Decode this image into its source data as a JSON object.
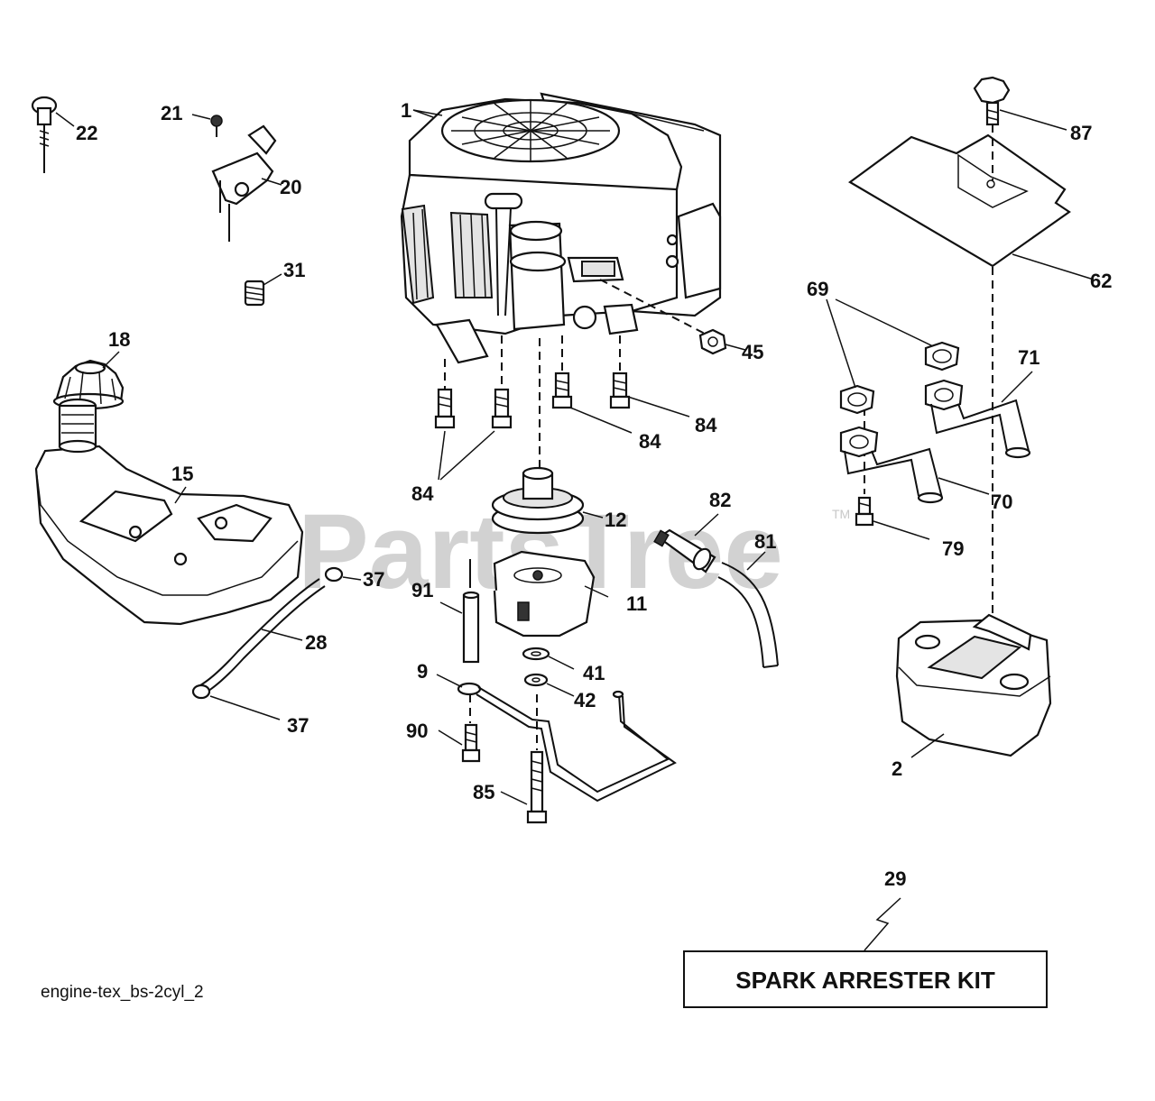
{
  "diagram": {
    "diagram_code": "engine-tex_bs-2cyl_2",
    "watermark": "PartsTree",
    "watermark_tm": "TM",
    "kit_box_label": "SPARK ARRESTER KIT",
    "callouts": [
      {
        "id": "c1",
        "text": "1"
      },
      {
        "id": "c2",
        "text": "2"
      },
      {
        "id": "c9",
        "text": "9"
      },
      {
        "id": "c11",
        "text": "11"
      },
      {
        "id": "c12",
        "text": "12"
      },
      {
        "id": "c15",
        "text": "15"
      },
      {
        "id": "c18",
        "text": "18"
      },
      {
        "id": "c20",
        "text": "20"
      },
      {
        "id": "c21",
        "text": "21"
      },
      {
        "id": "c22",
        "text": "22"
      },
      {
        "id": "c28",
        "text": "28"
      },
      {
        "id": "c29",
        "text": "29"
      },
      {
        "id": "c31",
        "text": "31"
      },
      {
        "id": "c37a",
        "text": "37"
      },
      {
        "id": "c37b",
        "text": "37"
      },
      {
        "id": "c41",
        "text": "41"
      },
      {
        "id": "c42",
        "text": "42"
      },
      {
        "id": "c45",
        "text": "45"
      },
      {
        "id": "c62",
        "text": "62"
      },
      {
        "id": "c69",
        "text": "69"
      },
      {
        "id": "c70",
        "text": "70"
      },
      {
        "id": "c71",
        "text": "71"
      },
      {
        "id": "c79",
        "text": "79"
      },
      {
        "id": "c81",
        "text": "81"
      },
      {
        "id": "c82",
        "text": "82"
      },
      {
        "id": "c84a",
        "text": "84"
      },
      {
        "id": "c84b",
        "text": "84"
      },
      {
        "id": "c84c",
        "text": "84"
      },
      {
        "id": "c85",
        "text": "85"
      },
      {
        "id": "c87",
        "text": "87"
      },
      {
        "id": "c90",
        "text": "90"
      },
      {
        "id": "c91",
        "text": "91"
      }
    ]
  }
}
